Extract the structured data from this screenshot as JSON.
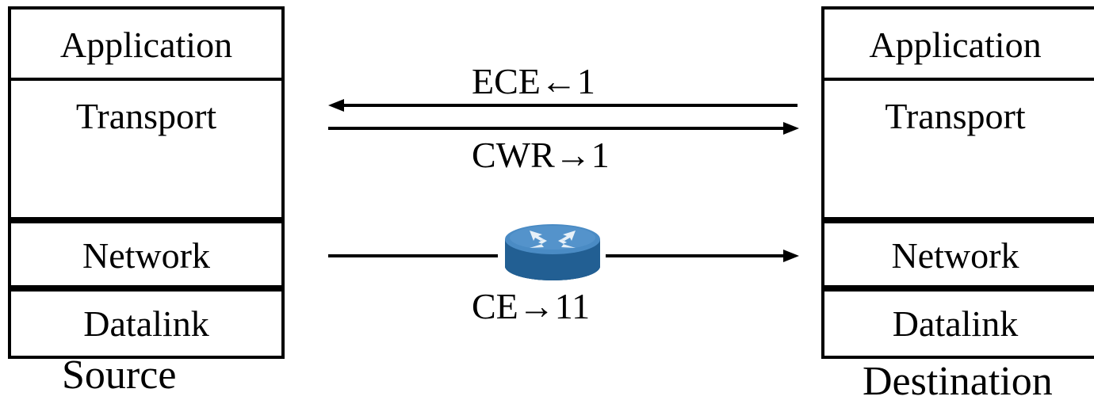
{
  "source": {
    "label": "Source",
    "layers": {
      "application": "Application",
      "transport": "Transport",
      "network": "Network",
      "datalink": "Datalink"
    }
  },
  "destination": {
    "label": "Destination",
    "layers": {
      "application": "Application",
      "transport": "Transport",
      "network": "Network",
      "datalink": "Datalink"
    }
  },
  "transport_link": {
    "ack_label": "ECE←1",
    "data_label": "CWR→1"
  },
  "network_link": {
    "router_label": "CE→11"
  },
  "colors": {
    "router_top": "#4a8bc4",
    "router_side": "#1f5f94",
    "line": "#000000"
  }
}
